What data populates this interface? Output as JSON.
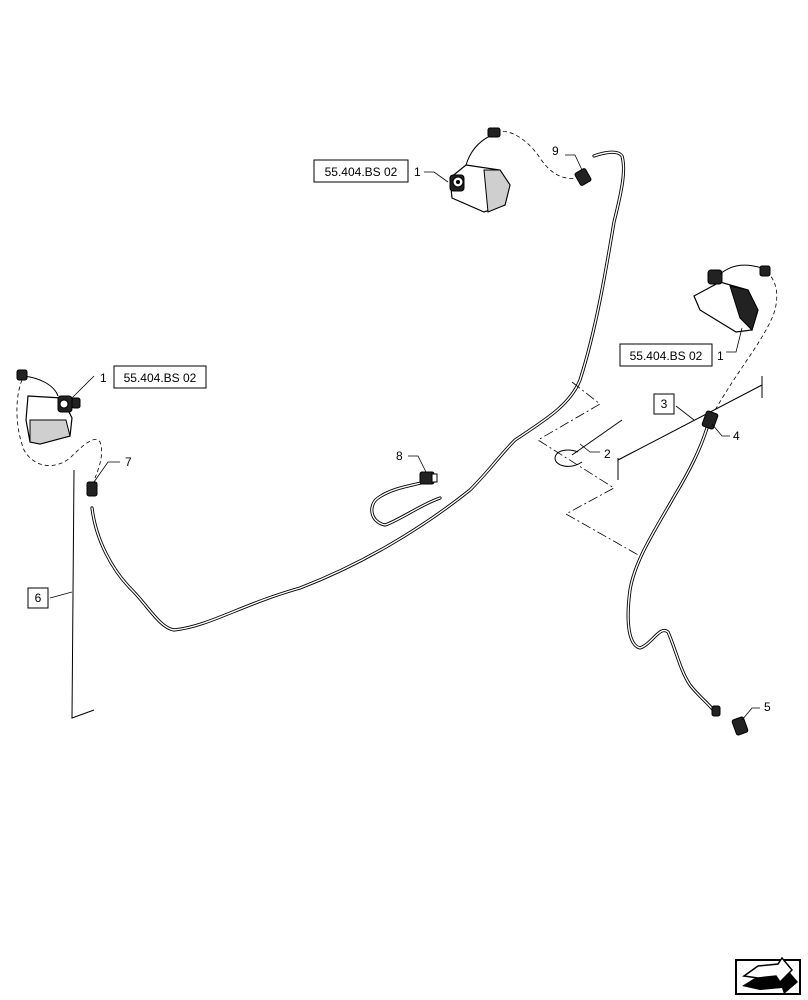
{
  "callouts": {
    "item1": "1",
    "item2": "2",
    "item3": "3",
    "item4": "4",
    "item5": "5",
    "item6": "6",
    "item7": "7",
    "item8": "8",
    "item9": "9"
  },
  "references": {
    "top_lamp": "55.404.BS 02",
    "left_lamp": "55.404.BS 02",
    "right_lamp": "55.404.BS 02"
  },
  "icons": {
    "navigation": "next-page-arrow-icon"
  }
}
